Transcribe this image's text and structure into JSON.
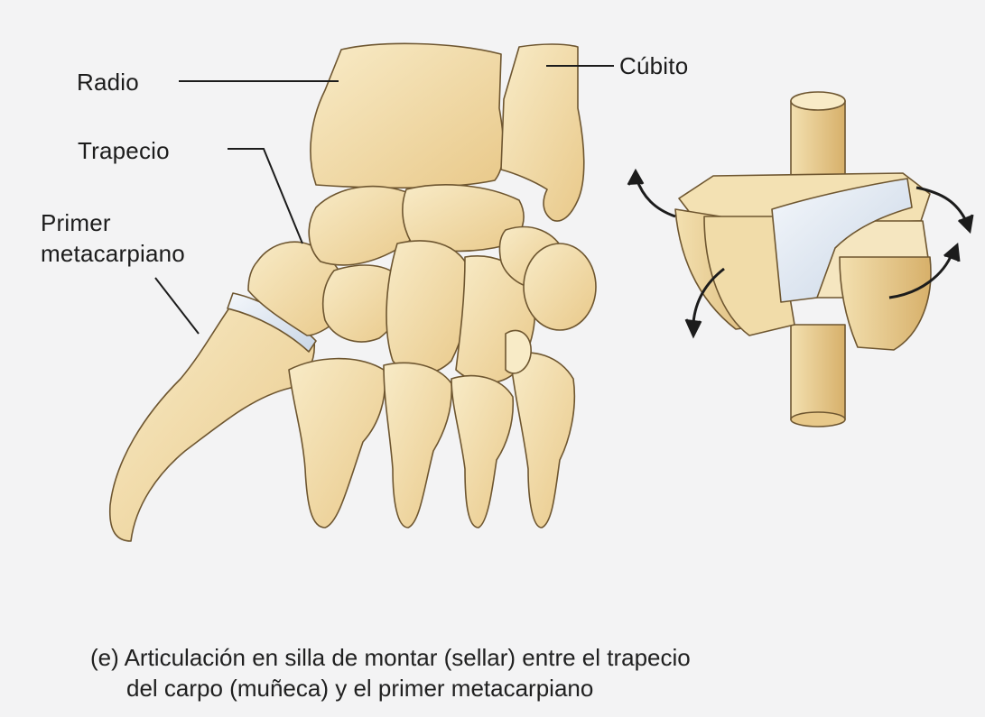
{
  "labels": {
    "radio": "Radio",
    "cubito": "Cúbito",
    "trapecio": "Trapecio",
    "primer_metacarpiano": [
      "Primer",
      "metacarpiano"
    ]
  },
  "caption": {
    "marker": "(e)",
    "line1": "Articulación en silla de montar (sellar) entre el trapecio",
    "line2": "del carpo (muñeca) y el primer metacarpiano"
  },
  "colors": {
    "background": "#f3f3f4",
    "bone_fill": "#f1dca9",
    "bone_light": "#f8ebc7",
    "bone_shadow": "#d7b06a",
    "outline": "#6e5630",
    "cartilage": "#dfe7f1",
    "text": "#1c1c1c"
  }
}
